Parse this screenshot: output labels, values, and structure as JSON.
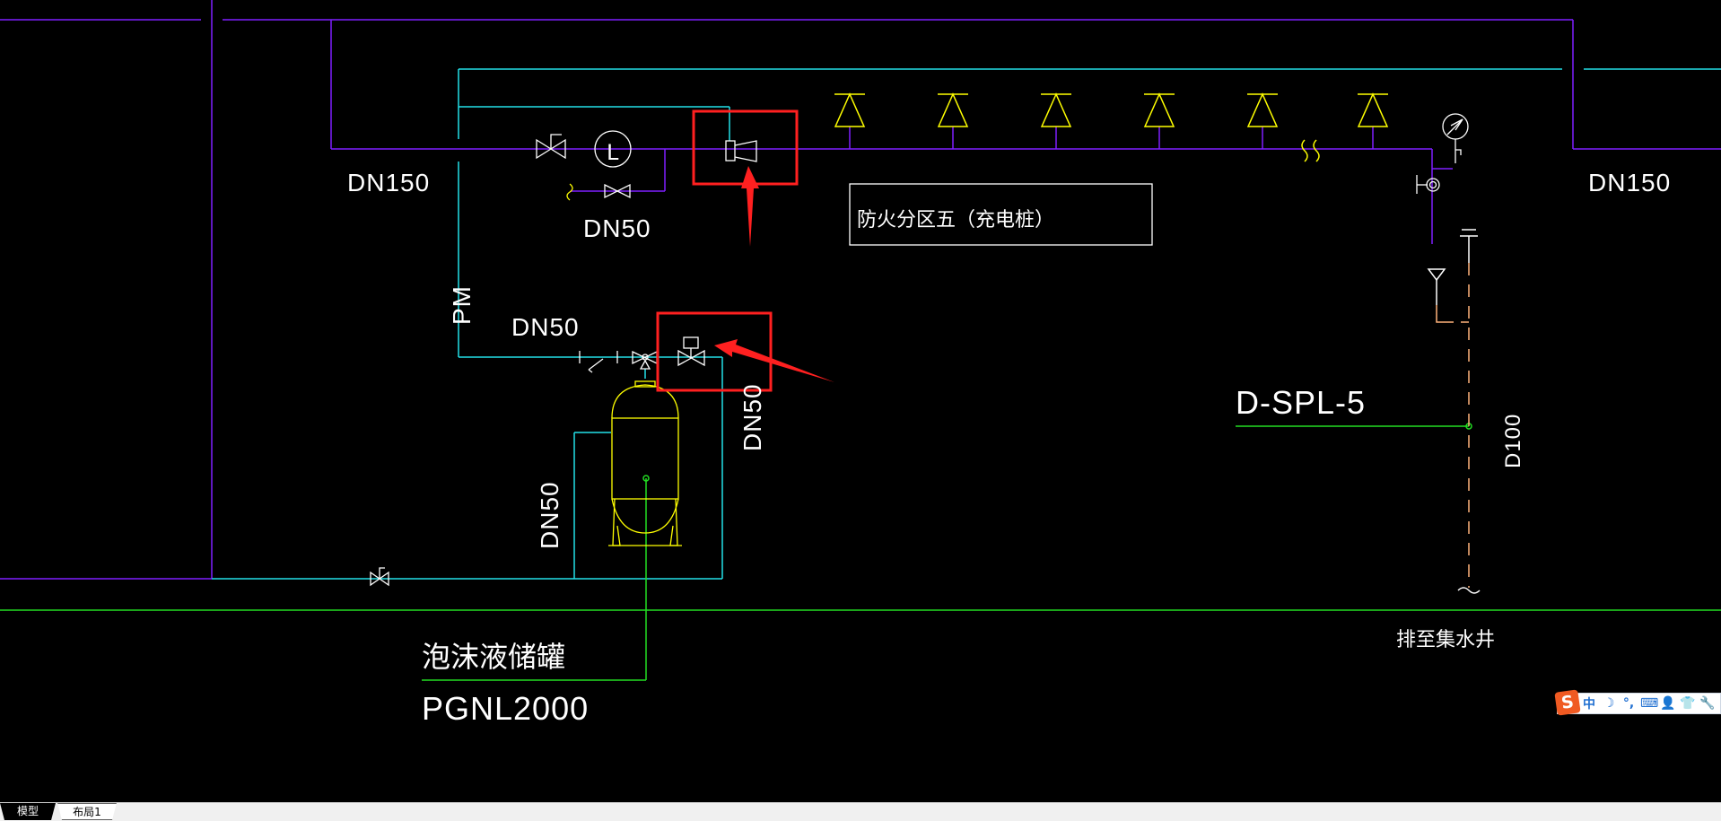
{
  "drawing": {
    "colors": {
      "background": "#000000",
      "fire_main_pipe": "#7f1fff",
      "foam_pipe": "#22e0e8",
      "equipment": "#ffff00",
      "annotation": "#ffffff",
      "leader_green": "#22dd22",
      "drain_pipe": "#ffb27a",
      "highlight_red": "#ff2020"
    },
    "labels": {
      "dn150_left": "DN150",
      "dn150_right": "DN150",
      "dn50_bypass": "DN50",
      "pm": "PM",
      "dn50_foam_line": "DN50",
      "dn50_vertical_right": "DN50",
      "dn50_vertical_left": "DN50",
      "zone_box": "防火分区五（充电桩）",
      "drain_id": "D-SPL-5",
      "drain_size": "D100",
      "drain_to": "排至集水井",
      "tank_name": "泡沫液储罐",
      "tank_model": "PGNL2000",
      "flow_indicator": "L"
    },
    "sprinkler_count": 6,
    "annotations": [
      {
        "name": "highlight-box-1",
        "target": "foam proportioner / drencher"
      },
      {
        "name": "highlight-box-2",
        "target": "solenoid valve at tank outlet"
      }
    ]
  },
  "layout_tabs": [
    {
      "label": "模型",
      "active": true
    },
    {
      "label": "布局1",
      "active": false
    }
  ],
  "ime_toolbar": {
    "logo": "S",
    "items": [
      {
        "icon": "chinese-mode-icon",
        "glyph": "中"
      },
      {
        "icon": "half-width-moon-icon",
        "glyph": "☽"
      },
      {
        "icon": "punctuation-icon",
        "glyph": "°,"
      },
      {
        "icon": "keyboard-icon",
        "glyph": "⌨"
      },
      {
        "icon": "user-badge-icon",
        "glyph": "👤"
      },
      {
        "icon": "skin-shirt-icon",
        "glyph": "👕"
      },
      {
        "icon": "settings-wrench-icon",
        "glyph": "🔧"
      }
    ]
  }
}
